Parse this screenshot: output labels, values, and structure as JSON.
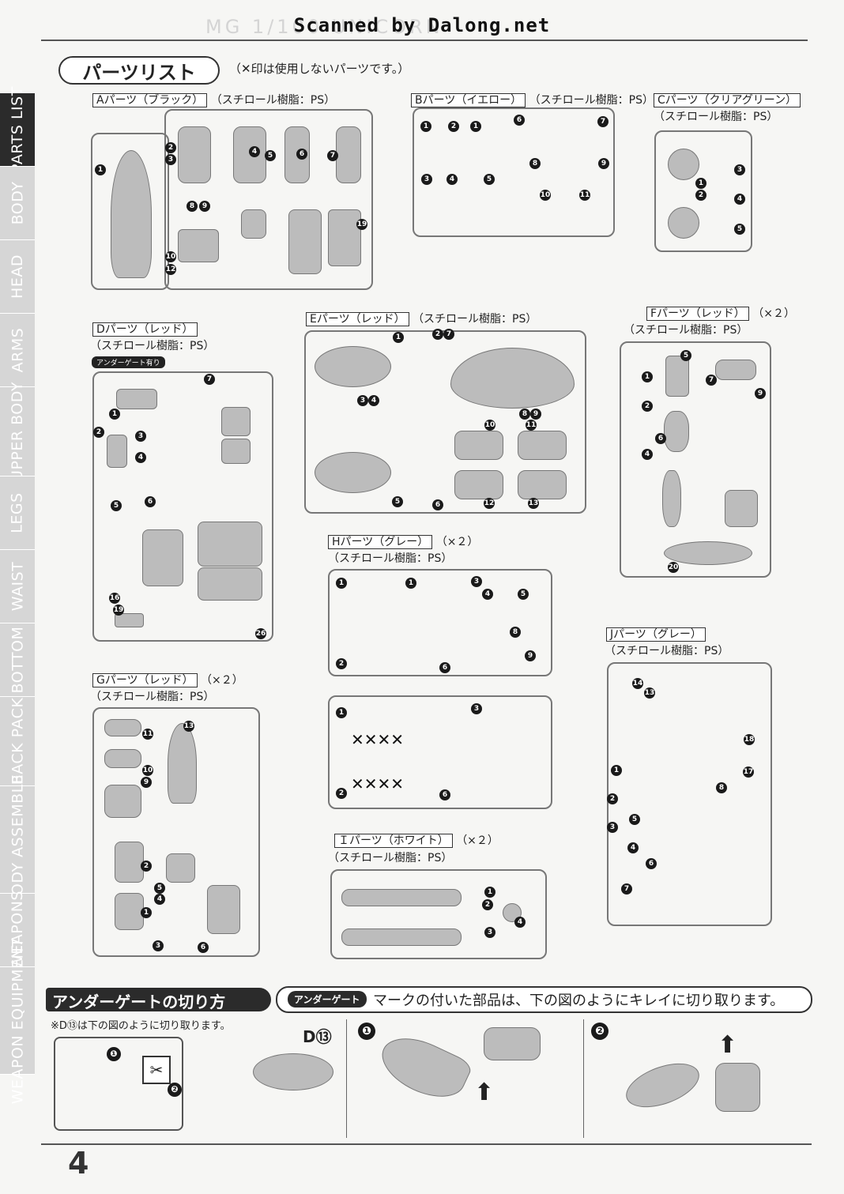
{
  "header": {
    "scanned_by": "Scanned by Dalong.net",
    "background_title": "MG 1/100 UNICORN"
  },
  "section": {
    "title": "パーツリスト",
    "note": "（✕印は使用しないパーツです。）"
  },
  "side_tabs": [
    {
      "label": "PARTS LIST",
      "active": true
    },
    {
      "label": "BODY",
      "active": false
    },
    {
      "label": "HEAD",
      "active": false
    },
    {
      "label": "ARMS",
      "active": false
    },
    {
      "label": "UPPER BODY",
      "active": false
    },
    {
      "label": "LEGS",
      "active": false
    },
    {
      "label": "WAIST",
      "active": false
    },
    {
      "label": "BOTTOM",
      "active": false
    },
    {
      "label": "BACK PACK",
      "active": false
    },
    {
      "label": "BODY ASSEMBLE",
      "active": false
    },
    {
      "label": "WEAPONS",
      "active": false
    },
    {
      "label": "WEAPON EQUIPMENT",
      "active": false
    }
  ],
  "sprues": {
    "A": {
      "name": "Aパーツ（ブラック）",
      "material": "（スチロール樹脂：PS）"
    },
    "B": {
      "name": "Bパーツ（イエロー）",
      "material": "（スチロール樹脂：PS）"
    },
    "C": {
      "name": "Cパーツ（クリアグリーン）",
      "material": "（スチロール樹脂：PS）"
    },
    "D": {
      "name": "Dパーツ（レッド）",
      "material": "（スチロール樹脂：PS）",
      "badge": "アンダーゲート有り"
    },
    "E": {
      "name": "Eパーツ（レッド）",
      "material": "（スチロール樹脂：PS）"
    },
    "F": {
      "name": "Fパーツ（レッド）",
      "qty": "（×２）",
      "material": "（スチロール樹脂：PS）"
    },
    "G": {
      "name": "Gパーツ（レッド）",
      "qty": "（×２）",
      "material": "（スチロール樹脂：PS）"
    },
    "H": {
      "name": "Hパーツ（グレー）",
      "qty": "（×２）",
      "material": "（スチロール樹脂：PS）"
    },
    "I": {
      "name": "Ｉパーツ（ホワイト）",
      "qty": "（×２）",
      "material": "（スチロール樹脂：PS）"
    },
    "J": {
      "name": "Jパーツ（グレー）",
      "material": "（スチロール樹脂：PS）"
    }
  },
  "undergate": {
    "title": "アンダーゲートの切り方",
    "badge": "アンダーゲート",
    "instruction": "マークの付いた部品は、下の図のようにキレイに切り取ります。",
    "d13_note": "※D⑬は下の図のように切り取ります。",
    "d13_label": "D⑬",
    "step1": "❶",
    "step2": "❷"
  },
  "page_number": "4"
}
